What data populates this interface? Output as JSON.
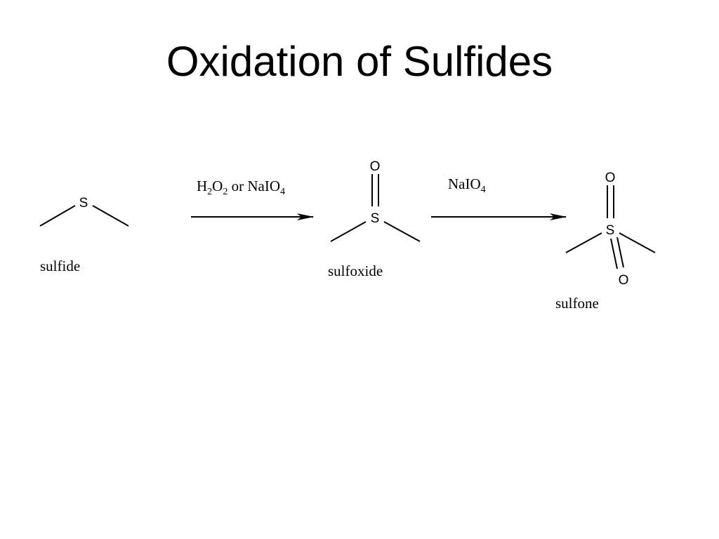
{
  "title": "Oxidation of Sulfides",
  "compounds": {
    "sulfide": {
      "name": "sulfide",
      "atoms": {
        "sulfur": "S"
      }
    },
    "sulfoxide": {
      "name": "sulfoxide",
      "atoms": {
        "sulfur": "S",
        "oxygen": "O"
      }
    },
    "sulfone": {
      "name": "sulfone",
      "atoms": {
        "sulfur": "S",
        "oxygen_top": "O",
        "oxygen_bottom": "O"
      }
    }
  },
  "reactions": [
    {
      "reagent_parts": [
        {
          "text": "H",
          "sub": false
        },
        {
          "text": "2",
          "sub": true
        },
        {
          "text": "O",
          "sub": false
        },
        {
          "text": "2",
          "sub": true
        },
        {
          "text": " or NaIO",
          "sub": false
        },
        {
          "text": "4",
          "sub": true
        }
      ]
    },
    {
      "reagent_parts": [
        {
          "text": "NaIO",
          "sub": false
        },
        {
          "text": "4",
          "sub": true
        }
      ]
    }
  ],
  "colors": {
    "ink": "#000000",
    "background": "#ffffff"
  }
}
